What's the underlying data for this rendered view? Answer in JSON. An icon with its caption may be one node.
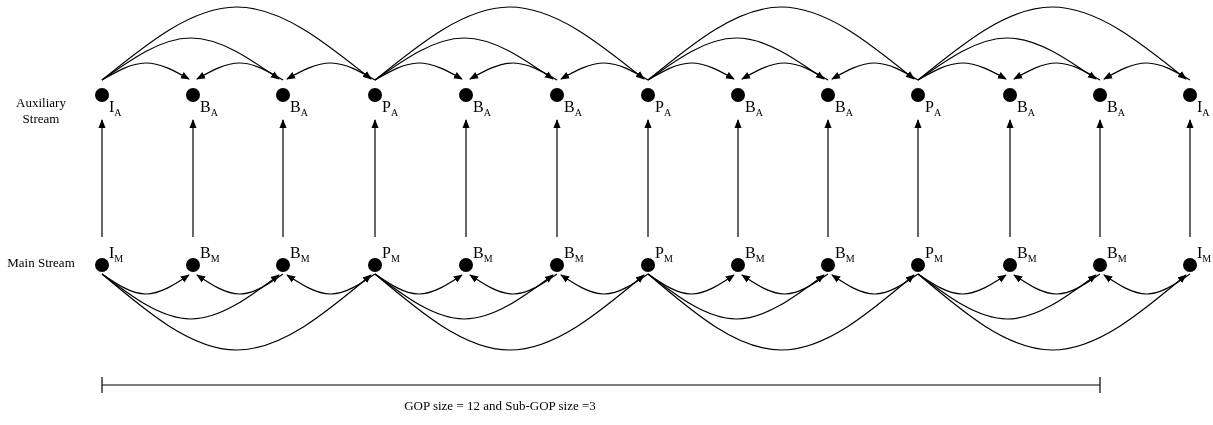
{
  "diagram": {
    "nodes": [
      {
        "text": [
          "I$_{A}$"
        ]
      },
      {
        "text": [
          "B$_{A}$"
        ]
      },
      {
        "text": [
          "B$_{A}$"
        ]
      },
      {
        "text": [
          "P$_{A}$"
        ]
      },
      {
        "text": [
          "B$_{A}$"
        ]
      },
      {
        "text": [
          "B$_{A}$"
        ]
      },
      {
        "text": [
          "P$_{A}$"
        ]
      },
      {
        "text": [
          "B$_{A}$"
        ]
      },
      {
        "text": [
          "B$_{A}$"
        ]
      },
      {
        "text": [
          "P$_{A}$"
        ]
      },
      {
        "text": [
          "B$_{A}$"
        ]
      },
      {
        "text": [
          "B$_{A}$"
        ]
      },
      {
        "text": [
          "I$_{A}$"
        ]
      },
      {
        "text": [
          "I$_{M}$"
        ]
      },
      {
        "text": [
          "B$_{M}$"
        ]
      },
      {
        "text": [
          "B$_{M}$"
        ]
      },
      {
        "text": [
          "P$_{M}$"
        ]
      },
      {
        "text": [
          "B$_{M}$"
        ]
      },
      {
        "text": [
          "B$_{M}$"
        ]
      },
      {
        "text": [
          "P$_{M}$"
        ]
      },
      {
        "text": [
          "B$_{M}$"
        ]
      },
      {
        "text": [
          "B$_{M}$"
        ]
      },
      {
        "text": [
          "P$_{M}$"
        ]
      },
      {
        "text": [
          "B$_{M}$"
        ]
      },
      {
        "text": [
          "B$_{M}$"
        ]
      },
      {
        "text": [
          "I$_{M}$"
        ]
      }
    ],
    "edges": [
      {
        "from": 0,
        "to": 1,
        "arrow": "to"
      },
      {
        "from": 0,
        "to": 2,
        "arrow": "to"
      },
      {
        "from": 0,
        "to": 3,
        "arrow": "to"
      },
      {
        "from": 2,
        "to": 1,
        "arrow": "to"
      },
      {
        "from": 3,
        "to": 2,
        "arrow": "to"
      },
      {
        "from": 3,
        "to": 4,
        "arrow": "to"
      },
      {
        "from": 3,
        "to": 5,
        "arrow": "to"
      },
      {
        "from": 3,
        "to": 6,
        "arrow": "to"
      },
      {
        "from": 5,
        "to": 4,
        "arrow": "to"
      },
      {
        "from": 6,
        "to": 5,
        "arrow": "to"
      },
      {
        "from": 6,
        "to": 7,
        "arrow": "to"
      },
      {
        "from": 6,
        "to": 8,
        "arrow": "to"
      },
      {
        "from": 6,
        "to": 9,
        "arrow": "to"
      },
      {
        "from": 8,
        "to": 7,
        "arrow": "to"
      },
      {
        "from": 9,
        "to": 8,
        "arrow": "to"
      },
      {
        "from": 9,
        "to": 10,
        "arrow": "to"
      },
      {
        "from": 9,
        "to": 11,
        "arrow": "to"
      },
      {
        "from": 9,
        "to": 12,
        "arrow": "to"
      },
      {
        "from": 11,
        "to": 10,
        "arrow": "to"
      },
      {
        "from": 12,
        "to": 11,
        "arrow": "to"
      },
      {
        "from": 13,
        "to": 14,
        "arrow": "to"
      },
      {
        "from": 13,
        "to": 15,
        "arrow": "to"
      },
      {
        "from": 13,
        "to": 16,
        "arrow": "to"
      },
      {
        "from": 15,
        "to": 14,
        "arrow": "to"
      },
      {
        "from": 16,
        "to": 15,
        "arrow": "to"
      },
      {
        "from": 16,
        "to": 17,
        "arrow": "to"
      },
      {
        "from": 16,
        "to": 18,
        "arrow": "to"
      },
      {
        "from": 16,
        "to": 19,
        "arrow": "to"
      },
      {
        "from": 18,
        "to": 17,
        "arrow": "to"
      },
      {
        "from": 19,
        "to": 18,
        "arrow": "to"
      },
      {
        "from": 19,
        "to": 20,
        "arrow": "to"
      },
      {
        "from": 19,
        "to": 21,
        "arrow": "to"
      },
      {
        "from": 19,
        "to": 22,
        "arrow": "to"
      },
      {
        "from": 21,
        "to": 20,
        "arrow": "to"
      },
      {
        "from": 22,
        "to": 21,
        "arrow": "to"
      },
      {
        "from": 22,
        "to": 23,
        "arrow": "to"
      },
      {
        "from": 22,
        "to": 24,
        "arrow": "to"
      },
      {
        "from": 22,
        "to": 25,
        "arrow": "to"
      },
      {
        "from": 24,
        "to": 23,
        "arrow": "to"
      },
      {
        "from": 25,
        "to": 24,
        "arrow": "to"
      },
      {
        "from": 13,
        "to": 0,
        "arrow": "to"
      },
      {
        "from": 14,
        "to": 1,
        "arrow": "to"
      },
      {
        "from": 15,
        "to": 2,
        "arrow": "to"
      },
      {
        "from": 16,
        "to": 3,
        "arrow": "to"
      },
      {
        "from": 17,
        "to": 4,
        "arrow": "to"
      },
      {
        "from": 18,
        "to": 5,
        "arrow": "to"
      },
      {
        "from": 19,
        "to": 6,
        "arrow": "to"
      },
      {
        "from": 20,
        "to": 7,
        "arrow": "to"
      },
      {
        "from": 21,
        "to": 8,
        "arrow": "to"
      },
      {
        "from": 22,
        "to": 9,
        "arrow": "to"
      },
      {
        "from": 23,
        "to": 10,
        "arrow": "to"
      },
      {
        "from": 24,
        "to": 11,
        "arrow": "to"
      },
      {
        "from": 25,
        "to": 12,
        "arrow": "to"
      }
    ],
    "labels": [
      "Auxiliary Stream",
      "Main Stream",
      "GOP size = 12 and Sub-GOP size =3"
    ]
  }
}
